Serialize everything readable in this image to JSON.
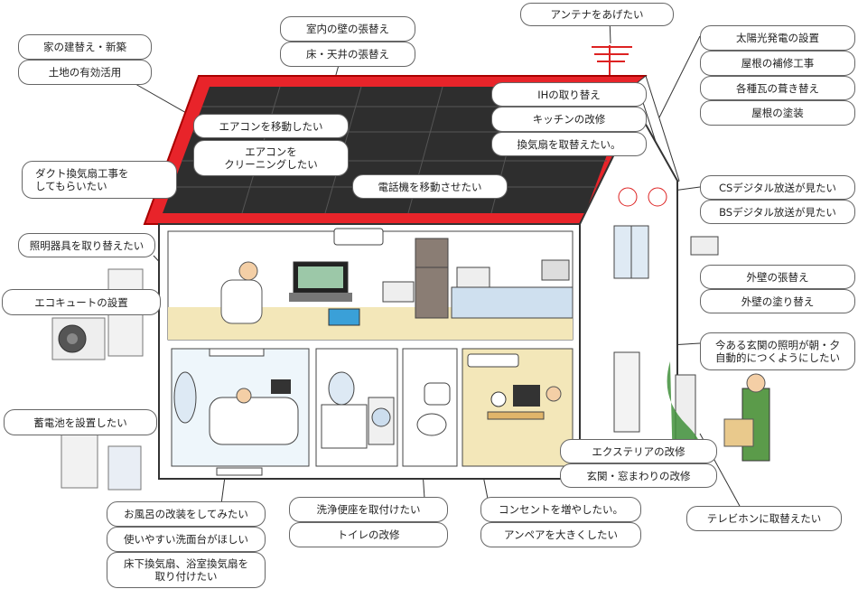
{
  "colors": {
    "roof": "#e8242a",
    "roof_edge": "#c81016",
    "solar_panel": "#2e2e2e",
    "wall": "#ffffff",
    "floor": "#f3e7b9",
    "outline": "#333333",
    "leader": "#333333"
  },
  "labels": {
    "rebuild": "家の建替え・新築",
    "land": "土地の有効活用",
    "inner_wall": "室内の壁の張替え",
    "floor_ceiling": "床・天井の張替え",
    "antenna": "アンテナをあげたい",
    "solar": "太陽光発電の設置",
    "roof_repair": "屋根の補修工事",
    "tile": "各種瓦の葺き替え",
    "roof_paint": "屋根の塗装",
    "ih": "IHの取り替え",
    "kitchen": "キッチンの改修",
    "fan": "換気扇を取替えたい。",
    "ac_move": "エアコンを移動したい",
    "ac_clean": "エアコンを\nクリーニングしたい",
    "duct": "ダクト換気扇工事を\nしてもらいたい",
    "phone": "電話機を移動させたい",
    "cs": "CSデジタル放送が見たい",
    "bs": "BSデジタル放送が見たい",
    "light": "照明器具を取り替えたい",
    "ecocute": "エコキュートの設置",
    "outer_wall": "外壁の張替え",
    "outer_paint": "外壁の塗り替え",
    "entrance_light": "今ある玄関の照明が朝・夕\n自動的につくようにしたい",
    "battery": "蓄電池を設置したい",
    "exterior": "エクステリアの改修",
    "entrance_window": "玄関・窓まわりの改修",
    "intercom": "テレビホンに取替えたい",
    "bath": "お風呂の改装をしてみたい",
    "basin": "使いやすい洗面台がほしい",
    "bath_fan": "床下換気扇、浴室換気扇を\n取り付けたい",
    "washlet": "洗浄便座を取付けたい",
    "toilet": "トイレの改修",
    "outlet": "コンセントを増やしたい。",
    "ampere": "アンペアを大きくしたい"
  }
}
